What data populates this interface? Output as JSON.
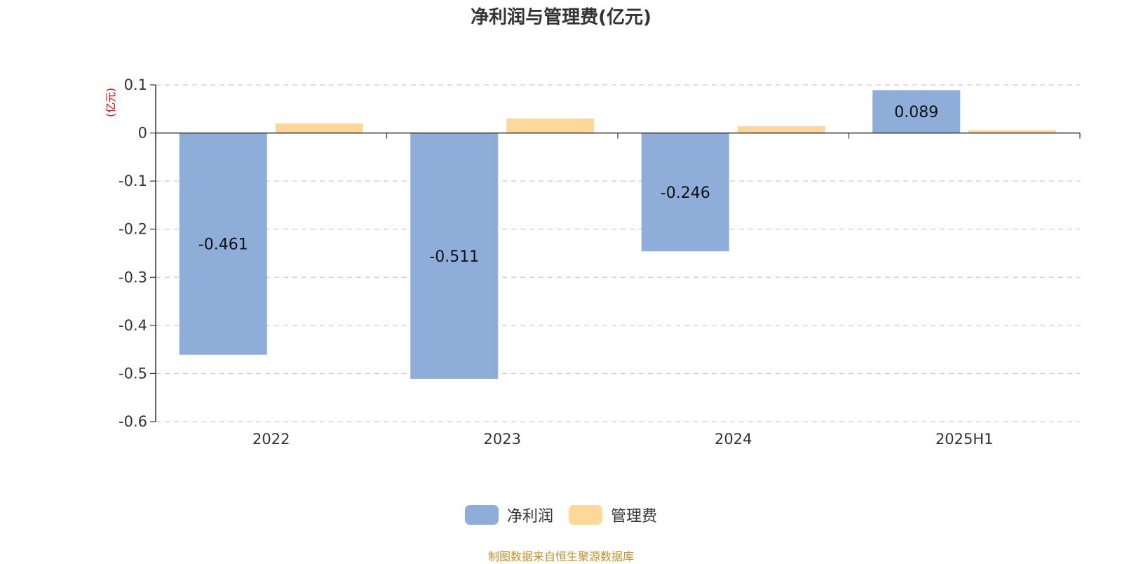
{
  "chart_data": {
    "type": "bar",
    "title": "净利润与管理费(亿元)",
    "unit_label": "(亿元)",
    "categories": [
      "2022",
      "2023",
      "2024",
      "2025H1"
    ],
    "series": [
      {
        "name": "净利润",
        "values": [
          -0.461,
          -0.511,
          -0.246,
          0.089
        ],
        "color": "#8eadd9",
        "show_labels": true
      },
      {
        "name": "管理费",
        "values": [
          0.02,
          0.03,
          0.014,
          0.006
        ],
        "color": "#fdd898",
        "show_labels": false
      }
    ],
    "y_ticks": [
      "0.1",
      "0",
      "-0.1",
      "-0.2",
      "-0.3",
      "-0.4",
      "-0.5",
      "-0.6"
    ],
    "ylim": [
      -0.6,
      0.1
    ],
    "grid": true,
    "legend_position": "bottom"
  },
  "footer": {
    "source": "制图数据来自恒生聚源数据库"
  }
}
